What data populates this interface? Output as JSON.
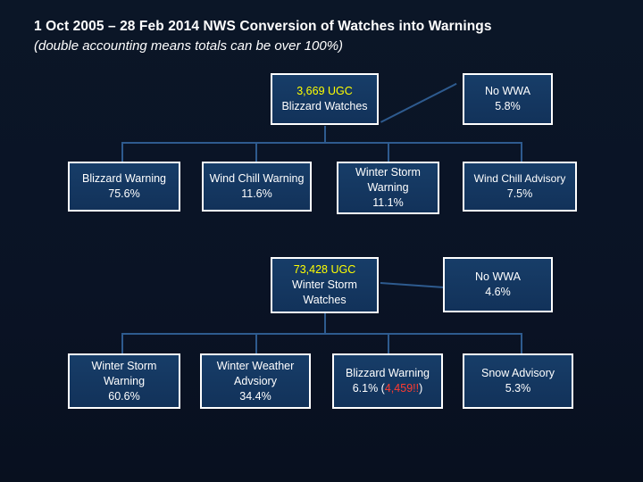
{
  "title": {
    "line1": "1 Oct 2005 – 28 Feb 2014 NWS Conversion of Watches into Warnings",
    "line2": "(double accounting means totals can be over 100%)"
  },
  "diagram": {
    "blizzard": {
      "root": {
        "line1": "3,669 UGC",
        "line2": "Blizzard Watches"
      },
      "nowwa": {
        "line1": "No WWA",
        "line2": "5.8%"
      },
      "children": [
        {
          "label": "Blizzard Warning",
          "value": "75.6%"
        },
        {
          "label": "Wind Chill Warning",
          "value": "11.6%"
        },
        {
          "label1": "Winter Storm",
          "label2": "Warning",
          "value": "11.1%"
        },
        {
          "label": "Wind Chill Advisory",
          "value": "7.5%"
        }
      ]
    },
    "winterstorm": {
      "root": {
        "line1": "73,428 UGC",
        "line2": "Winter Storm",
        "line3": "Watches"
      },
      "nowwa": {
        "line1": "No WWA",
        "line2": "4.6%"
      },
      "children": [
        {
          "label1": "Winter Storm",
          "label2": "Warning",
          "value": "60.6%"
        },
        {
          "label1": "Winter Weather",
          "label2": "Advsiory",
          "value": "34.4%"
        },
        {
          "label": "Blizzard Warning",
          "value_prefix": "6.1% (",
          "value_hl": "4,459!!",
          "value_suffix": ")"
        },
        {
          "label": "Snow Advisory",
          "value": "5.3%"
        }
      ]
    }
  },
  "colors": {
    "background": "#0a1426",
    "box_fill": "#13365c",
    "box_border": "#ffffff",
    "connector": "#2e5b8f",
    "highlight": "#ffff00",
    "text": "#ffffff"
  }
}
